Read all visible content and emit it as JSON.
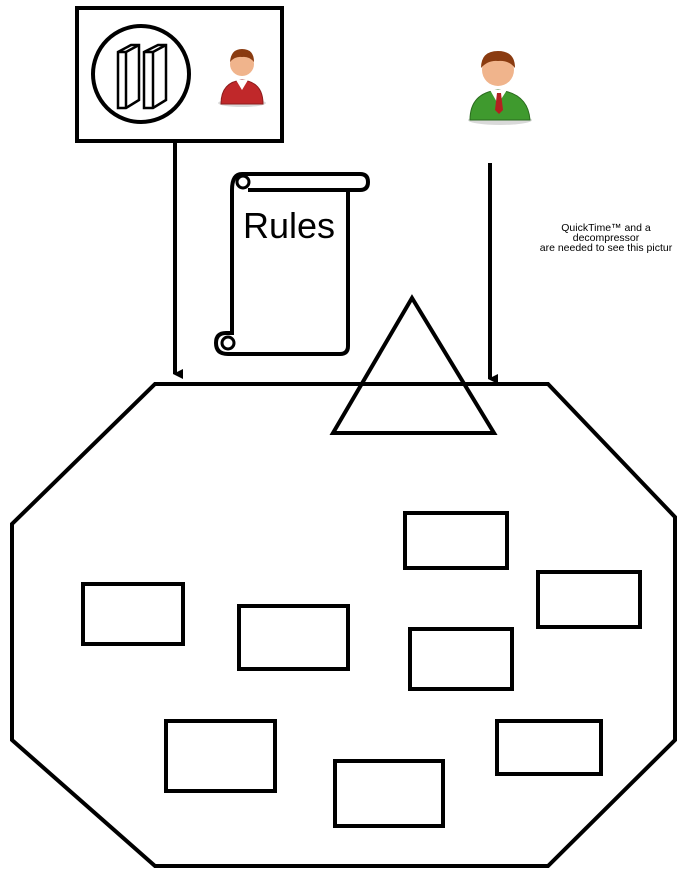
{
  "diagram": {
    "rules_label": "Rules",
    "placeholder_lines": [
      "QuickTime™ and a",
      "decompressor",
      "are needed to see this pictur"
    ],
    "icons": {
      "left_box_icon": "pillars-icon",
      "small_person": "person-red-icon",
      "large_person": "person-green-icon",
      "scroll": "scroll-icon"
    },
    "colors": {
      "stroke": "#000000",
      "background": "#ffffff",
      "person_red_shirt": "#c0282a",
      "person_green_shirt": "#3f9a2e",
      "person_skin": "#f0b48c",
      "person_hair": "#8a3b10"
    }
  }
}
